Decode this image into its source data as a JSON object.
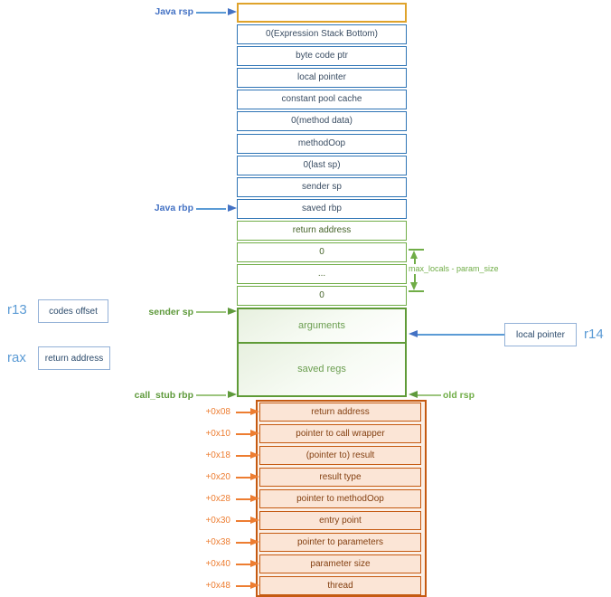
{
  "pointers": {
    "java_rsp": "Java rsp",
    "java_rbp": "Java rbp",
    "sender_sp": "sender sp",
    "call_stub_rbp": "call_stub rbp",
    "old_rsp": "old rsp"
  },
  "registers": {
    "r13": "r13",
    "r13_box": "codes offset",
    "rax": "rax",
    "rax_box": "return address",
    "r14": "r14",
    "r14_box": "local pointer"
  },
  "dimension_label": "max_locals - param_size",
  "interpreter_frame": {
    "rows": [
      "0(Expression Stack Bottom)",
      "byte code ptr",
      "local pointer",
      "constant pool cache",
      "0(method data)",
      "methodOop",
      "0(last sp)",
      "sender sp",
      "saved rbp"
    ]
  },
  "caller_frame": {
    "rows": [
      "return address",
      "0",
      "...",
      "0"
    ],
    "arguments": "arguments",
    "saved_regs": "saved regs"
  },
  "call_stub_frame": {
    "rows": [
      {
        "offset": "+0x08",
        "label": "return address"
      },
      {
        "offset": "+0x10",
        "label": "pointer to call wrapper"
      },
      {
        "offset": "+0x18",
        "label": "(pointer to) result"
      },
      {
        "offset": "+0x20",
        "label": "result type"
      },
      {
        "offset": "+0x28",
        "label": "pointer to methodOop"
      },
      {
        "offset": "+0x30",
        "label": "entry point"
      },
      {
        "offset": "+0x38",
        "label": "pointer to parameters"
      },
      {
        "offset": "+0x40",
        "label": "parameter size"
      },
      {
        "offset": "+0x48",
        "label": "thread"
      }
    ]
  },
  "colors": {
    "gold_border": "#DFA32B",
    "blue_border": "#2E74B5",
    "blue_label": "#4472C4",
    "light_blue": "#5B9BD5",
    "pale_blue_border": "#93B1D7",
    "green_border": "#70AD47",
    "green_label": "#5F9A3C",
    "orange_border": "#C55A11",
    "orange_fill": "#FBE5D6",
    "orange_label": "#ED7D31"
  }
}
